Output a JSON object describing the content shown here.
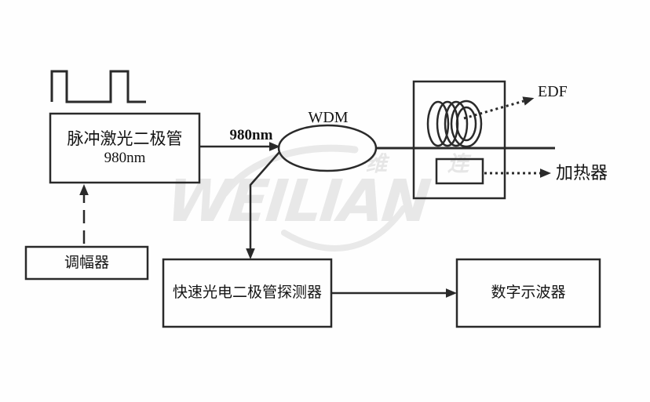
{
  "watermark": {
    "cn_1": "维",
    "cn_2": "连",
    "en": "WEILIAN"
  },
  "nodes": {
    "pulse_laser": {
      "line1": "脉冲激光二极管",
      "line2": "980nm"
    },
    "modulator": {
      "label": "调幅器"
    },
    "wdm": {
      "label": "WDM"
    },
    "pump_line": {
      "label": "980nm"
    },
    "edf": {
      "label": "EDF"
    },
    "heater": {
      "label": "加热器"
    },
    "detector": {
      "label": "快速光电二极管探测器"
    },
    "oscilloscope": {
      "label": "数字示波器"
    }
  },
  "colors": {
    "line": "#2a2a2a",
    "text": "#141414",
    "watermark": "#e8e8e8",
    "background": "#fefefe"
  }
}
